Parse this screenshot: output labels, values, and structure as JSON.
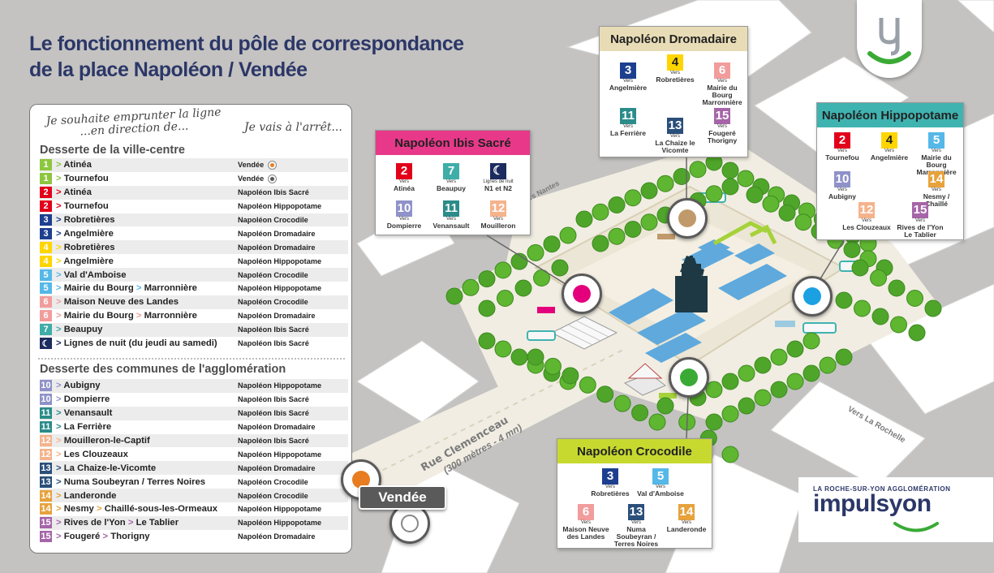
{
  "title": {
    "line1": "Le fonctionnement du pôle de correspondance",
    "line2": "de la place Napoléon / Vendée"
  },
  "table": {
    "header_left": "Je souhaite emprunter la ligne ...en direction de...",
    "header_right": "Je vais à l'arrêt...",
    "section1_title": "Desserte de la ville-centre",
    "section2_title": "Desserte des communes de l'agglomération",
    "rows1": [
      {
        "line": "1",
        "color": "#8dc63f",
        "dest": "Atinéa",
        "dest2": "",
        "stop": "Vendée",
        "icon": "orange"
      },
      {
        "line": "1",
        "color": "#8dc63f",
        "dest": "Tournefou",
        "dest2": "",
        "stop": "Vendée",
        "icon": "grey"
      },
      {
        "line": "2",
        "color": "#e2001a",
        "dest": "Atinéa",
        "dest2": "",
        "stop": "Napoléon Ibis Sacré",
        "icon": ""
      },
      {
        "line": "2",
        "color": "#e2001a",
        "dest": "Tournefou",
        "dest2": "",
        "stop": "Napoléon Hippopotame",
        "icon": ""
      },
      {
        "line": "3",
        "color": "#1d3f8f",
        "dest": "Robretières",
        "dest2": "",
        "stop": "Napoléon Crocodile",
        "icon": ""
      },
      {
        "line": "3",
        "color": "#1d3f8f",
        "dest": "Angelmière",
        "dest2": "",
        "stop": "Napoléon Dromadaire",
        "icon": ""
      },
      {
        "line": "4",
        "color": "#ffd500",
        "dest": "Robretières",
        "dest2": "",
        "stop": "Napoléon Dromadaire",
        "icon": ""
      },
      {
        "line": "4",
        "color": "#ffd500",
        "dest": "Angelmière",
        "dest2": "",
        "stop": "Napoléon Hippopotame",
        "icon": ""
      },
      {
        "line": "5",
        "color": "#55b8e8",
        "dest": "Val d'Amboise",
        "dest2": "",
        "stop": "Napoléon Crocodile",
        "icon": ""
      },
      {
        "line": "5",
        "color": "#55b8e8",
        "dest": "Mairie du Bourg",
        "dest2": "Marronnière",
        "stop": "Napoléon Hippopotame",
        "icon": ""
      },
      {
        "line": "6",
        "color": "#f29c9c",
        "dest": "Maison Neuve des Landes",
        "dest2": "",
        "stop": "Napoléon Crocodile",
        "icon": ""
      },
      {
        "line": "6",
        "color": "#f29c9c",
        "dest": "Mairie du Bourg",
        "dest2": "Marronnière",
        "stop": "Napoléon Dromadaire",
        "icon": ""
      },
      {
        "line": "7",
        "color": "#3fada8",
        "dest": "Beaupuy",
        "dest2": "",
        "stop": "Napoléon Ibis Sacré",
        "icon": ""
      },
      {
        "line": "N",
        "color": "#1d2c5e",
        "dest": "Lignes de nuit (du jeudi au samedi)",
        "dest2": "",
        "stop": "Napoléon Ibis Sacré",
        "icon": ""
      }
    ],
    "rows2": [
      {
        "line": "10",
        "color": "#8f92c9",
        "dest": "Aubigny",
        "dest2": "",
        "stop": "Napoléon Hippopotame"
      },
      {
        "line": "10",
        "color": "#8f92c9",
        "dest": "Dompierre",
        "dest2": "",
        "stop": "Napoléon Ibis Sacré"
      },
      {
        "line": "11",
        "color": "#2b8c8a",
        "dest": "Venansault",
        "dest2": "",
        "stop": "Napoléon Ibis Sacré"
      },
      {
        "line": "11",
        "color": "#2b8c8a",
        "dest": "La Ferrière",
        "dest2": "",
        "stop": "Napoléon Dromadaire"
      },
      {
        "line": "12",
        "color": "#f5b38c",
        "dest": "Mouilleron-le-Captif",
        "dest2": "",
        "stop": "Napoléon Ibis Sacré"
      },
      {
        "line": "12",
        "color": "#f5b38c",
        "dest": "Les Clouzeaux",
        "dest2": "",
        "stop": "Napoléon Hippopotame"
      },
      {
        "line": "13",
        "color": "#2a4f7a",
        "dest": "La Chaize-le-Vicomte",
        "dest2": "",
        "stop": "Napoléon Dromadaire"
      },
      {
        "line": "13",
        "color": "#2a4f7a",
        "dest": "Numa Soubeyran / Terres Noires",
        "dest2": "",
        "stop": "Napoléon Crocodile"
      },
      {
        "line": "14",
        "color": "#e7a23c",
        "dest": "Landeronde",
        "dest2": "",
        "stop": "Napoléon Crocodile"
      },
      {
        "line": "14",
        "color": "#e7a23c",
        "dest": "Nesmy",
        "dest2": "Chaillé-sous-les-Ormeaux",
        "stop": "Napoléon Hippopotame"
      },
      {
        "line": "15",
        "color": "#a665a8",
        "dest": "Rives de l'Yon",
        "dest2": "Le Tablier",
        "stop": "Napoléon Hippopotame"
      },
      {
        "line": "15",
        "color": "#a665a8",
        "dest": "Fougeré",
        "dest2": "Thorigny",
        "stop": "Napoléon Dromadaire"
      }
    ]
  },
  "callouts": {
    "dromadaire": {
      "title": "Napoléon Dromadaire",
      "head_color": "#e8dcb6",
      "items": [
        {
          "line": "3",
          "color": "#1d3f8f",
          "text_color": "#ffffff",
          "vers": "Vers",
          "dest": "Angelmière"
        },
        {
          "line": "4",
          "color": "#ffd500",
          "text_color": "#222222",
          "vers": "Vers",
          "dest": "Robretières"
        },
        {
          "line": "6",
          "color": "#f29c9c",
          "text_color": "#ffffff",
          "vers": "Vers",
          "dest": "Mairie du Bourg Marronnière"
        },
        {
          "line": "11",
          "color": "#2b8c8a",
          "text_color": "#ffffff",
          "vers": "Vers",
          "dest": "La Ferrière"
        },
        {
          "line": "13",
          "color": "#2a4f7a",
          "text_color": "#ffffff",
          "vers": "Vers",
          "dest": "La Chaize le Vicomte"
        },
        {
          "line": "15",
          "color": "#a665a8",
          "text_color": "#ffffff",
          "vers": "Vers",
          "dest": "Fougeré Thorigny"
        }
      ]
    },
    "ibis": {
      "title": "Napoléon Ibis Sacré",
      "head_color": "#e8388a",
      "items": [
        {
          "line": "2",
          "color": "#e2001a",
          "text_color": "#ffffff",
          "vers": "Vers",
          "dest": "Atinéa"
        },
        {
          "line": "7",
          "color": "#3fada8",
          "text_color": "#ffffff",
          "vers": "Vers",
          "dest": "Beaupuy"
        },
        {
          "line": "N",
          "color": "#1d2c5e",
          "text_color": "#ffffff",
          "vers": "Lignes de nuit",
          "dest": "N1 et N2"
        },
        {
          "line": "10",
          "color": "#8f92c9",
          "text_color": "#ffffff",
          "vers": "Vers",
          "dest": "Dompierre"
        },
        {
          "line": "11",
          "color": "#2b8c8a",
          "text_color": "#ffffff",
          "vers": "Vers",
          "dest": "Venansault"
        },
        {
          "line": "12",
          "color": "#f5b38c",
          "text_color": "#ffffff",
          "vers": "Vers",
          "dest": "Mouilleron"
        }
      ]
    },
    "hippopotame": {
      "title": "Napoléon Hippopotame",
      "head_color": "#3fb3b0",
      "items": [
        {
          "line": "2",
          "color": "#e2001a",
          "text_color": "#ffffff",
          "vers": "Vers",
          "dest": "Tournefou"
        },
        {
          "line": "4",
          "color": "#ffd500",
          "text_color": "#222222",
          "vers": "Vers",
          "dest": "Angelmière"
        },
        {
          "line": "5",
          "color": "#55b8e8",
          "text_color": "#ffffff",
          "vers": "Vers",
          "dest": "Mairie du Bourg Marronnière"
        },
        {
          "line": "10",
          "color": "#8f92c9",
          "text_color": "#ffffff",
          "vers": "Vers",
          "dest": "Aubigny"
        },
        {
          "line": "14",
          "color": "#e7a23c",
          "text_color": "#ffffff",
          "vers": "Vers",
          "dest": "Nesmy / Chaillé"
        },
        {
          "line": "12",
          "color": "#f5b38c",
          "text_color": "#ffffff",
          "vers": "Vers",
          "dest": "Les Clouzeaux"
        },
        {
          "line": "15",
          "color": "#a665a8",
          "text_color": "#ffffff",
          "vers": "Vers",
          "dest": "Rives de l'Yon Le Tablier"
        }
      ]
    },
    "crocodile": {
      "title": "Napoléon Crocodile",
      "head_color": "#c7d92f",
      "items": [
        {
          "line": "3",
          "color": "#1d3f8f",
          "text_color": "#ffffff",
          "vers": "Vers",
          "dest": "Robretières"
        },
        {
          "line": "5",
          "color": "#55b8e8",
          "text_color": "#ffffff",
          "vers": "Vers",
          "dest": "Val d'Amboise"
        },
        {
          "line": "6",
          "color": "#f29c9c",
          "text_color": "#ffffff",
          "vers": "Vers",
          "dest": "Maison Neuve des Landes"
        },
        {
          "line": "13",
          "color": "#2a4f7a",
          "text_color": "#ffffff",
          "vers": "Vers",
          "dest": "Numa Soubeyran / Terres Noires"
        },
        {
          "line": "14",
          "color": "#e7a23c",
          "text_color": "#ffffff",
          "vers": "Vers",
          "dest": "Landeronde"
        }
      ]
    }
  },
  "map": {
    "street_nantes": "Vers Nantes",
    "street_larochelle": "Vers La Rochelle",
    "street_clemenceau": "Rue Clemenceau",
    "street_clemenceau_note": "(300 mètres - 4 mn)",
    "vendee_label": "Vendée",
    "pin_colors": {
      "ibis": "#e4007c",
      "dromadaire": "#c09a6b",
      "hippopotame": "#1ba1e2",
      "crocodile": "#3aaa35",
      "vendee": "#e77c20"
    }
  },
  "brand": {
    "subtitle": "LA ROCHE-SUR-YON AGGLOMÉRATION",
    "name": "impulsyon",
    "green": "#3aaa35",
    "navy": "#2c3768"
  }
}
